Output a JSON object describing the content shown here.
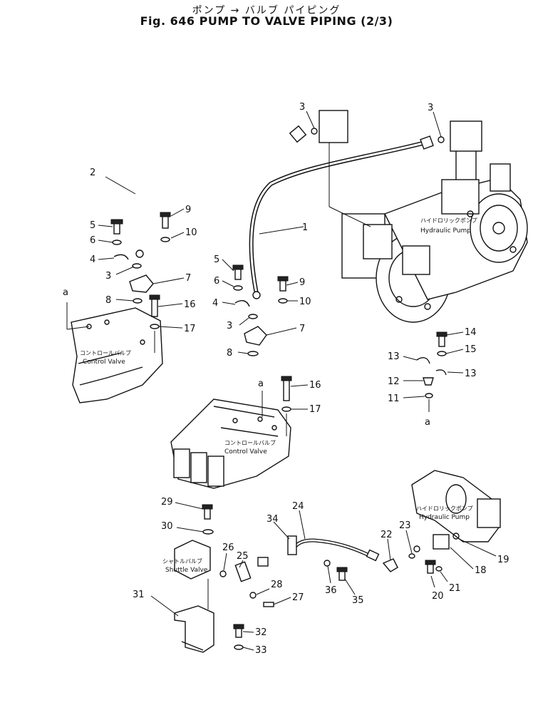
{
  "title": {
    "japanese": "ポンプ → バルブ パイピング",
    "english": "Fig. 646  PUMP TO VALVE PIPING (2/3)"
  },
  "component_labels": {
    "hydraulic_pump_jp": "ハイドロリックポンプ",
    "hydraulic_pump_en": "Hydraulic Pump",
    "control_valve_jp": "コントロールバルブ",
    "control_valve_en": "Control Valve",
    "shuttle_valve_jp": "シャトルバルブ",
    "shuttle_valve_en": "Shuttle Valve"
  },
  "reference_letter": "a",
  "callouts": {
    "n1": "1",
    "n2": "2",
    "n3": "3",
    "n4": "4",
    "n5": "5",
    "n6": "6",
    "n7": "7",
    "n8": "8",
    "n9": "9",
    "n10": "10",
    "n11": "11",
    "n12": "12",
    "n13": "13",
    "n14": "14",
    "n15": "15",
    "n16": "16",
    "n17": "17",
    "n18": "18",
    "n19": "19",
    "n20": "20",
    "n21": "21",
    "n22": "22",
    "n23": "23",
    "n24": "24",
    "n25": "25",
    "n26": "26",
    "n27": "27",
    "n28": "28",
    "n29": "29",
    "n30": "30",
    "n31": "31",
    "n32": "32",
    "n33": "33",
    "n34": "34",
    "n35": "35",
    "n36": "36"
  }
}
